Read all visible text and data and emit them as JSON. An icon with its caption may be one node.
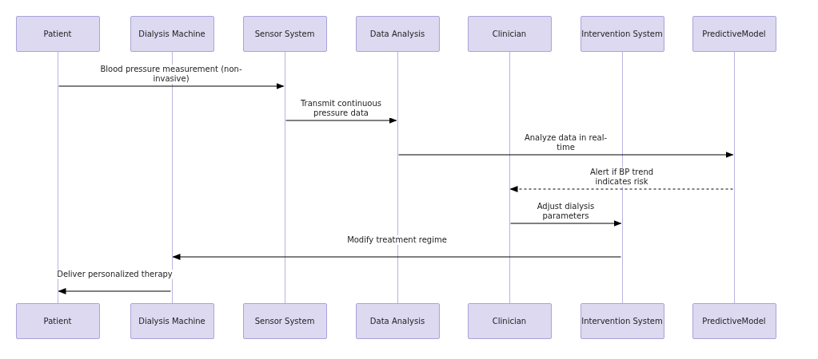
{
  "diagram": {
    "nodes": [
      {
        "text": [
          "Patient"
        ]
      },
      {
        "text": [
          "Dialysis Machine"
        ]
      },
      {
        "text": [
          "Sensor System"
        ]
      },
      {
        "text": [
          "Data Analysis"
        ]
      },
      {
        "text": [
          "Clinician"
        ]
      },
      {
        "text": [
          "Intervention System"
        ]
      },
      {
        "text": [
          "PredictiveModel"
        ]
      },
      {
        "text": [],
        "shape": "line"
      },
      {
        "text": [],
        "shape": "line"
      },
      {
        "text": [],
        "shape": "line"
      },
      {
        "text": [],
        "shape": "line"
      },
      {
        "text": [],
        "shape": "line"
      },
      {
        "text": [],
        "shape": "line"
      },
      {
        "text": [],
        "shape": "line"
      },
      {
        "text": [
          "Patient"
        ]
      },
      {
        "text": [
          "Dialysis Machine"
        ]
      },
      {
        "text": [
          "Sensor System"
        ]
      },
      {
        "text": [
          "Data Analysis"
        ]
      },
      {
        "text": [
          "Clinician"
        ]
      },
      {
        "text": [
          "Intervention System"
        ]
      },
      {
        "text": [
          "PredictiveModel"
        ]
      }
    ],
    "edges": [
      {
        "from": 7,
        "to": 9,
        "arrow": "to",
        "label": "Blood pressure measurement (non-invasive)"
      },
      {
        "from": 9,
        "to": 10,
        "arrow": "to",
        "label": "Transmit continuous pressure data"
      },
      {
        "from": 10,
        "to": 13,
        "arrow": "to",
        "label": "Analyze data in real-time"
      },
      {
        "from": 13,
        "to": 11,
        "arrow": "to",
        "label": "Alert if BP trend indicates risk",
        "style": "dashed"
      },
      {
        "from": 11,
        "to": 12,
        "arrow": "to",
        "label": "Adjust dialysis parameters"
      },
      {
        "from": 12,
        "to": 8,
        "arrow": "to",
        "label": "Modify treatment regime"
      },
      {
        "from": 8,
        "to": 7,
        "arrow": "to",
        "label": "Deliver personalized therapy"
      }
    ]
  }
}
